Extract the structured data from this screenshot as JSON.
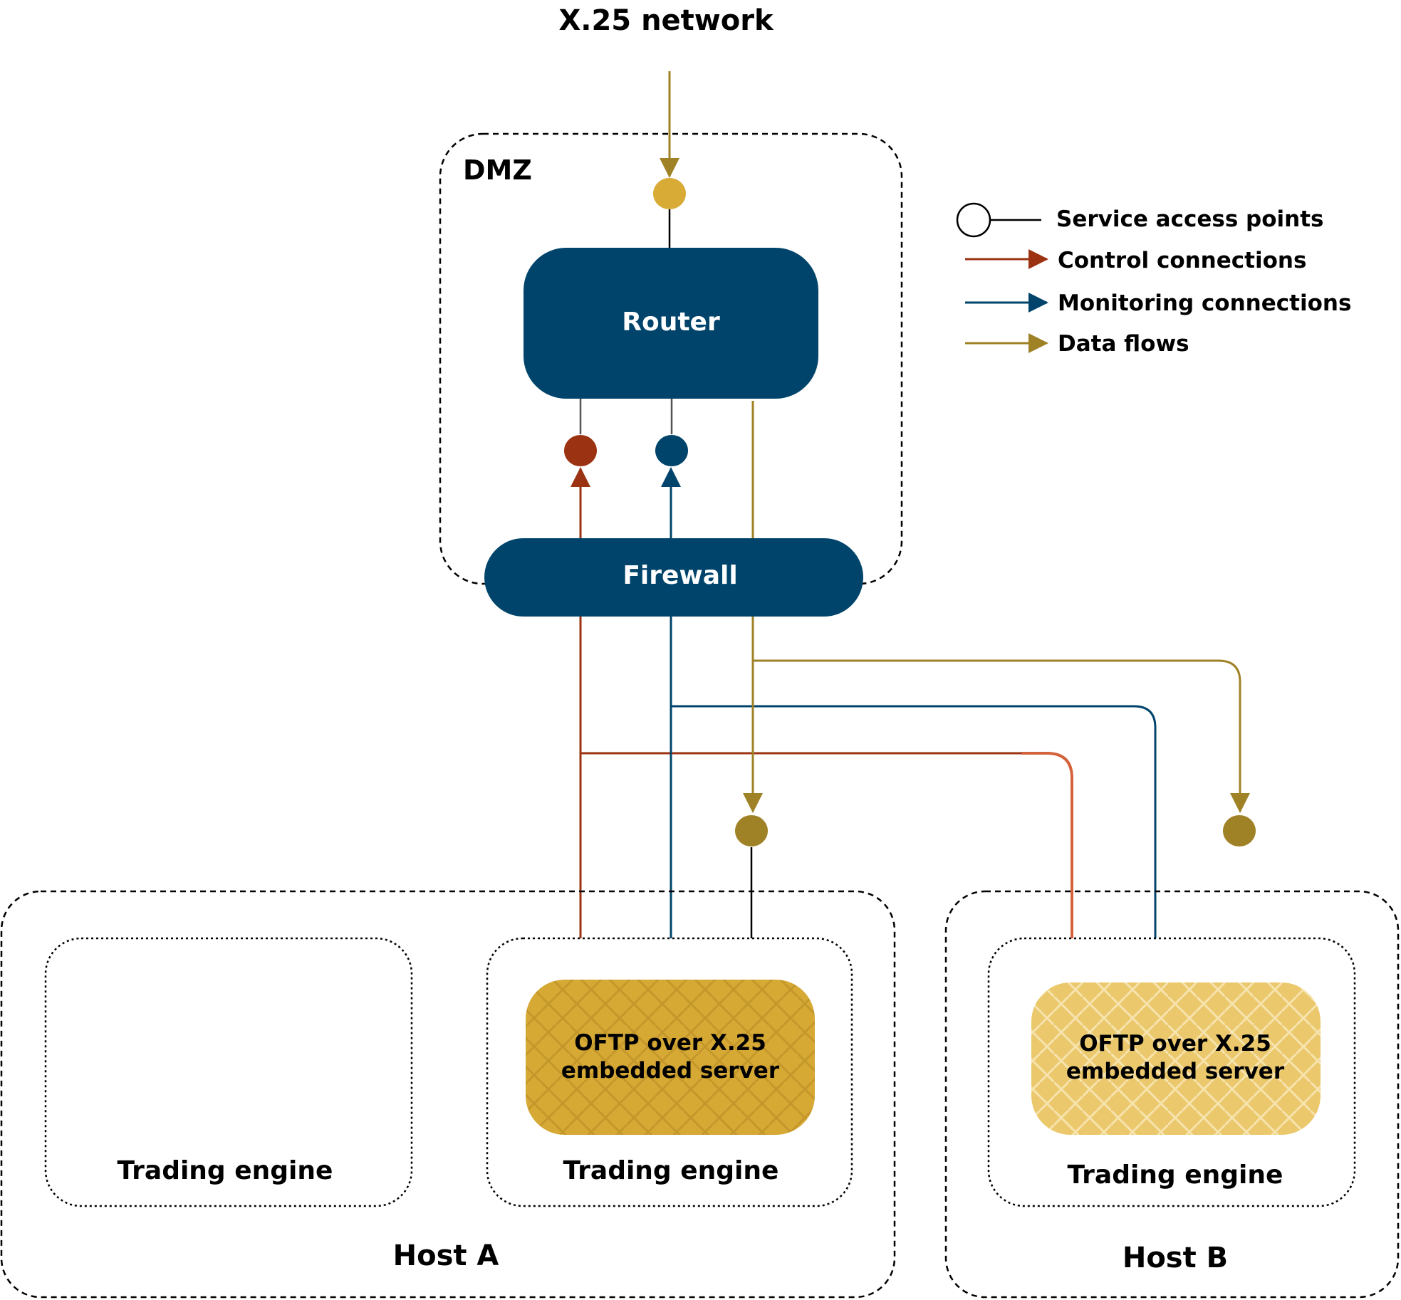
{
  "network": {
    "label": "X.25 network"
  },
  "dmz": {
    "label": "DMZ"
  },
  "router": {
    "label": "Router"
  },
  "firewall": {
    "label": "Firewall"
  },
  "legend": {
    "service_access_points": "Service access points",
    "control_connections": "Control connections",
    "monitoring_connections": "Monitoring connections",
    "data_flows": "Data flows"
  },
  "host_a": {
    "label": "Host A",
    "engine_left": {
      "label": "Trading engine"
    },
    "engine_right": {
      "label": "Trading engine",
      "server_line1": "OFTP over X.25",
      "server_line2": "embedded server"
    }
  },
  "host_b": {
    "label": "Host B",
    "engine": {
      "label": "Trading engine",
      "server_line1": "OFTP over X.25",
      "server_line2": "embedded server"
    }
  },
  "colors": {
    "control": "#9b3313",
    "control_light": "#d4633c",
    "monitoring": "#00446b",
    "data": "#a08226",
    "sap_top": "#d8ab37",
    "server_a": "#d6a935",
    "server_b": "#ebc86b"
  }
}
